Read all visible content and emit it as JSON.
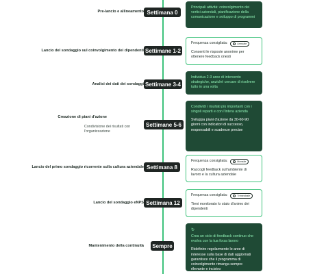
{
  "rows": [
    {
      "left": "Pre-lancio e allineamento",
      "week": "Settimana 0",
      "card": {
        "style": "dark",
        "text": "Principali attività: coinvolgimento dei vertici aziendali, pianificazione della comunicazione e sviluppo di programmi"
      }
    },
    {
      "left": "Lancio del sondaggio sul coinvolgimento dei dipendenti",
      "week": "Settimane 1-2",
      "card": {
        "style": "light",
        "freq_label": "Frequenza consigliata:",
        "badge": "Annuale",
        "text": "Consenti le risposte anonime per ottenere feedback onesti"
      }
    },
    {
      "left": "Analisi dei dati dei sondaggi",
      "week": "Settimane 3-4",
      "card": {
        "style": "dark",
        "text": "Individua 2-3 aree di intervento strategiche, anziché cercare di risolvere tutto in una volta"
      }
    },
    {
      "left": "Creazione di piani d'azione",
      "left_sub": "Condivisione dei risultati con l'organizzazione",
      "week": "Settimane 5-6",
      "card": {
        "style": "dark",
        "text": "Condividi i risultati più importanti con i singoli reparti e con l'intera azienda",
        "text2": "Sviluppa piani d'azione da 30-60-90 giorni con indicatori di successo, responsabili e scadenze precise"
      }
    },
    {
      "left": "Lancio del primo sondaggio ricorrente sulla cultura aziendale",
      "week": "Settimana 8",
      "card": {
        "style": "light",
        "freq_label": "Frequenza consigliata:",
        "badge": "Mensile",
        "text": "Raccogli feedback sull'ambiente di lavoro e la cultura aziendale"
      }
    },
    {
      "left": "Lancio del sondaggio eNPS",
      "week": "Settimana 12",
      "card": {
        "style": "light",
        "freq_label": "Frequenza consigliata:",
        "badge": "Trimestrale",
        "text": "Tieni monitorato lo stato d'animo dei dipendenti"
      }
    },
    {
      "left": "Mantenimento della continuità",
      "week": "Sempre",
      "card": {
        "style": "dark",
        "loop_icon": "loop-arrows-icon",
        "text": "Crea un ciclo di feedback continuo che evolva con la tua forza lavoro",
        "text2": "Ridefinire regolarmente le aree di interesse sulla base di dati aggiornati garantisce che il programma di coinvolgimento rimanga sempre rilevante e incisivo"
      }
    }
  ]
}
